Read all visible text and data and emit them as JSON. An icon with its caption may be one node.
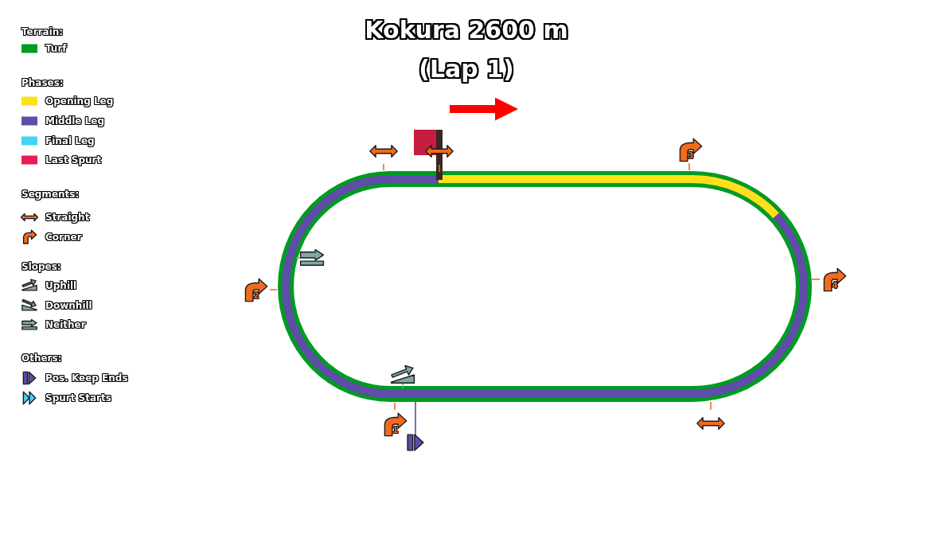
{
  "diagram": {
    "title": "Kokura 2600 m (Lap 1)",
    "labels": [
      "Terrain:",
      "Phases:",
      "Segments:",
      "Slopes:",
      "Others:",
      "3",
      "4",
      "2",
      "1"
    ],
    "legend": [
      {
        "text": "Turf",
        "color": "#009b21"
      },
      {
        "text": "Opening Leg",
        "color": "#fde01a"
      },
      {
        "text": "Middle Leg",
        "color": "#604ca9"
      },
      {
        "text": "Final Leg",
        "color": "#41d5f3"
      },
      {
        "text": "Last Spurt",
        "color": "#e81c50"
      },
      {
        "text": "Straight"
      },
      {
        "text": "Corner"
      },
      {
        "text": "Uphill"
      },
      {
        "text": "Downhill"
      },
      {
        "text": "Neither"
      },
      {
        "text": "Pos. Keep Ends"
      },
      {
        "text": "Spurt Starts"
      }
    ]
  }
}
